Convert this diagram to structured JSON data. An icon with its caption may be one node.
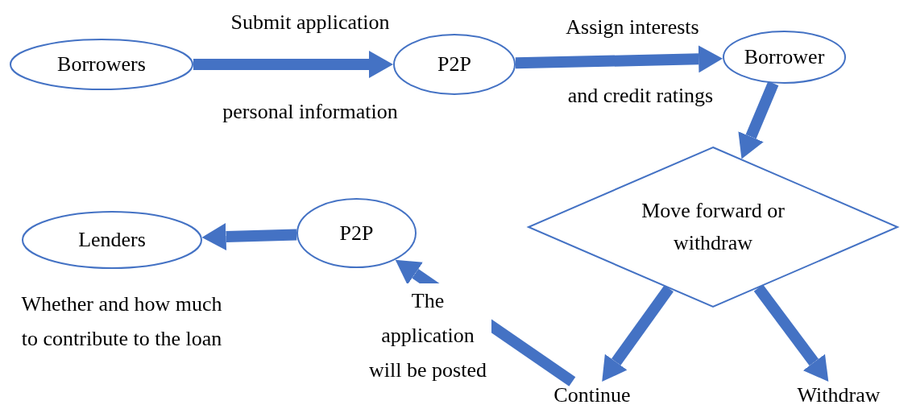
{
  "diagram": {
    "nodes": [
      {
        "text": [
          "Borrowers"
        ]
      },
      {
        "text": [
          "P2P"
        ]
      },
      {
        "text": [
          "Borrower"
        ]
      },
      {
        "text": [
          "Move forward or withdraw"
        ]
      },
      {
        "text": [
          "P2P"
        ]
      },
      {
        "text": [
          "Lenders"
        ],
        "beside": [
          "Whether and how much to contribute to the loan"
        ]
      },
      {
        "text": [
          "Continue"
        ]
      },
      {
        "text": [
          "Withdraw"
        ]
      }
    ],
    "edges": [
      {
        "from": 0,
        "to": 1,
        "arrow": "to",
        "label": "Submit application"
      },
      {
        "from": 1,
        "to": 2,
        "arrow": "to",
        "label": "Assign interests"
      },
      {
        "from": 2,
        "to": 3,
        "arrow": "to"
      },
      {
        "from": 3,
        "to": 6,
        "arrow": "to"
      },
      {
        "from": 3,
        "to": 7,
        "arrow": "to"
      },
      {
        "from": 6,
        "to": 4,
        "arrow": "to",
        "label": "The application will be posted"
      },
      {
        "from": 4,
        "to": 5,
        "arrow": "to"
      }
    ],
    "labels": [
      "personal information",
      "and credit ratings"
    ]
  }
}
